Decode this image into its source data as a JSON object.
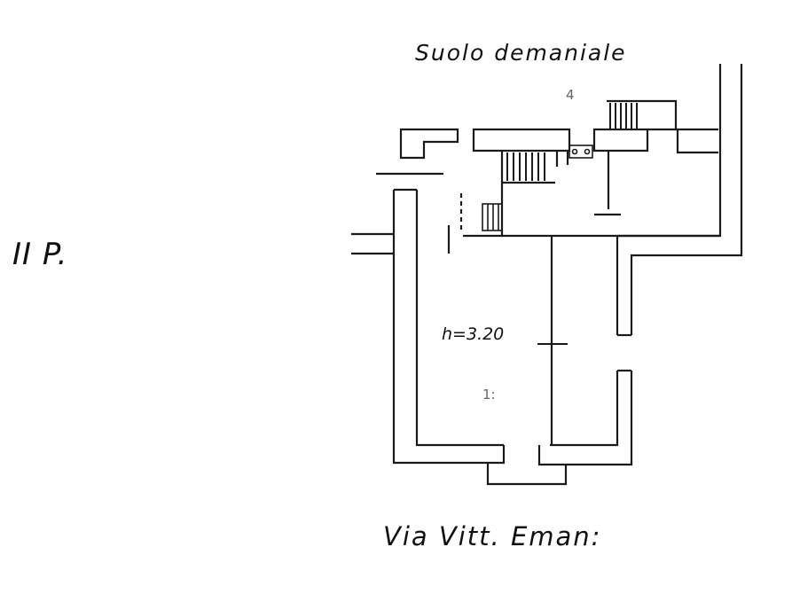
{
  "plan": {
    "top_label": "Suolo demaniale",
    "floor_label": "II P.",
    "height_label": "h=3.20",
    "street_label": "Via Vitt. Eman:",
    "room_mark_top": "4",
    "room_mark_left": "1:",
    "ink_color": "#1a1a1a"
  }
}
